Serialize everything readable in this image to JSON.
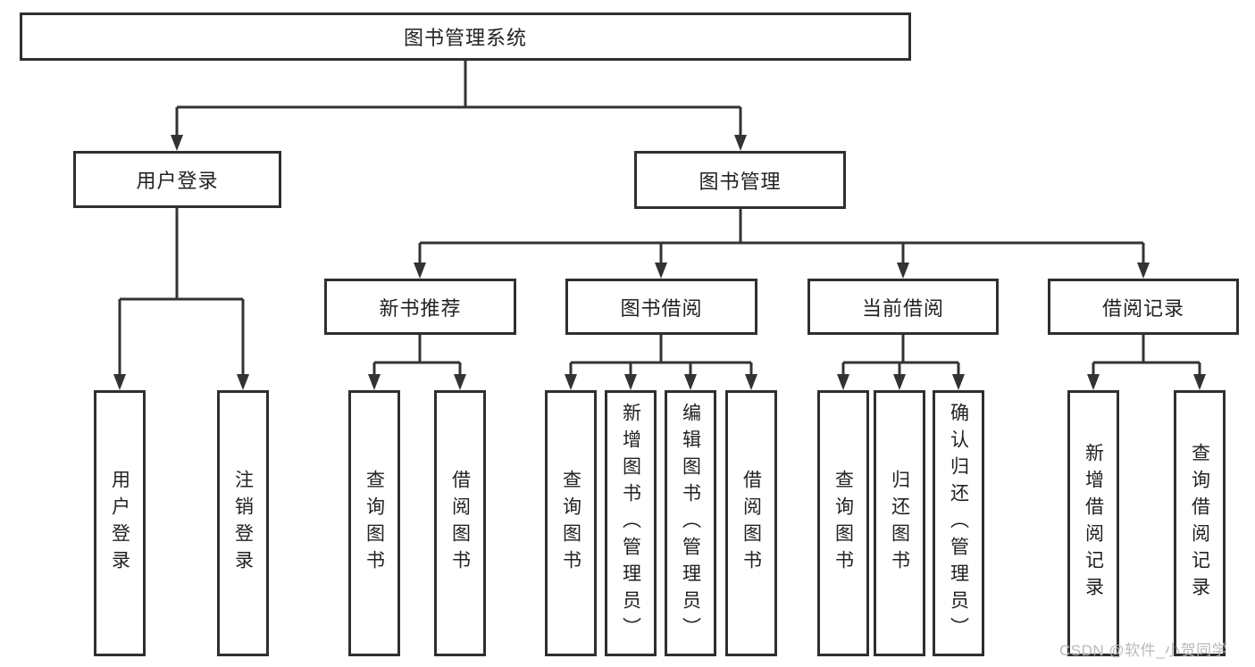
{
  "diagram": {
    "root": {
      "label": "图书管理系统"
    },
    "branches": [
      {
        "label": "用户登录",
        "children": [
          {
            "label": "用户登录"
          },
          {
            "label": "注销登录"
          }
        ]
      },
      {
        "label": "图书管理",
        "children": [
          {
            "label": "新书推荐",
            "children": [
              {
                "label": "查询图书"
              },
              {
                "label": "借阅图书"
              }
            ]
          },
          {
            "label": "图书借阅",
            "children": [
              {
                "label": "查询图书"
              },
              {
                "label": "新增图书（管理员）"
              },
              {
                "label": "编辑图书（管理员）"
              },
              {
                "label": "借阅图书"
              }
            ]
          },
          {
            "label": "当前借阅",
            "children": [
              {
                "label": "查询图书"
              },
              {
                "label": "归还图书"
              },
              {
                "label": "确认归还（管理员）"
              }
            ]
          },
          {
            "label": "借阅记录",
            "children": [
              {
                "label": "新增借阅记录"
              },
              {
                "label": "查询借阅记录"
              }
            ]
          }
        ]
      }
    ]
  },
  "watermark": {
    "text": "CSDN @软件_小贺同学",
    "color": "#b9b9b9"
  },
  "colors": {
    "line": "#333333",
    "box_border": "#2f2f2f",
    "box_fill": "#ffffff",
    "text": "#222222"
  }
}
